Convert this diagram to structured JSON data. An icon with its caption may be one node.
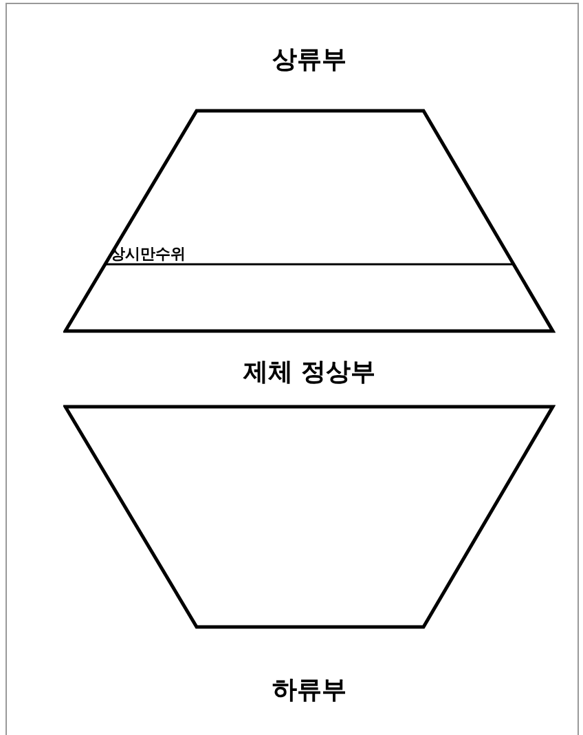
{
  "diagram": {
    "nodes": [
      {
        "text": [
          "상시만수위"
        ]
      },
      {
        "text": [],
        "shape": "trapezoid"
      }
    ],
    "labels": [
      "상류부",
      "제체 정상부",
      "하류부"
    ]
  }
}
